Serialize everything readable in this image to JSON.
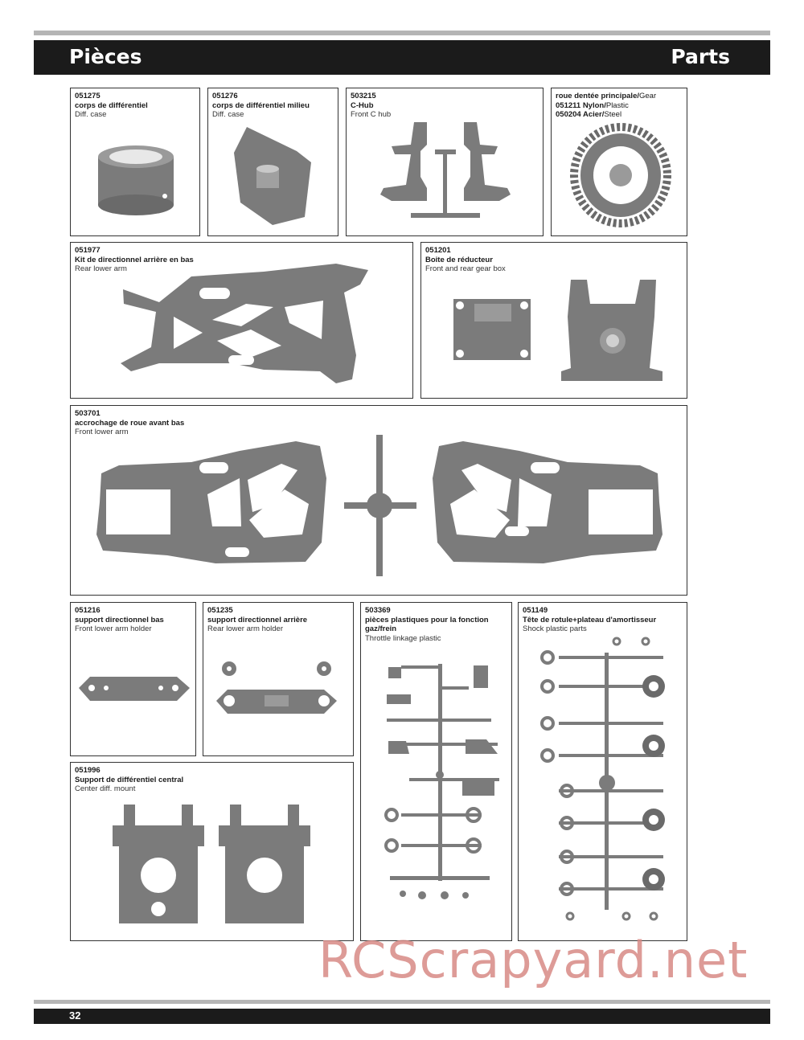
{
  "header": {
    "title_fr": "Pièces",
    "title_en": "Parts"
  },
  "parts": {
    "p1": {
      "num": "051275",
      "fr": "corps de différentiel",
      "en": "Diff. case"
    },
    "p2": {
      "num": "051276",
      "fr": "corps de différentiel milieu",
      "en": "Diff. case"
    },
    "p3": {
      "num": "503215",
      "fr": "C-Hub",
      "en": "Front C hub"
    },
    "p4": {
      "l1_fr": "roue dentée principale/",
      "l1_en": "Gear",
      "l2_num": "051211 Nylon/",
      "l2_en": "Plastic",
      "l3_num": "050204 Acier/",
      "l3_en": "Steel"
    },
    "p5": {
      "num": "051977",
      "fr": "Kit de directionnel arrière en bas",
      "en": "Rear lower arm"
    },
    "p6": {
      "num": "051201",
      "fr": "Boite de réducteur",
      "en": "Front and rear gear box"
    },
    "p7": {
      "num": "503701",
      "fr": "accrochage de roue avant bas",
      "en": "Front lower arm"
    },
    "p8": {
      "num": "051216",
      "fr": "support directionnel bas",
      "en": "Front lower arm holder"
    },
    "p9": {
      "num": "051235",
      "fr": "support directionnel arrière",
      "en": "Rear lower arm holder"
    },
    "p10": {
      "num": "503369",
      "fr": "pièces plastiques pour la fonction gaz/frein",
      "en": "Throttle linkage plastic"
    },
    "p11": {
      "num": "051149",
      "fr": "Tête de rotule+plateau d'amortisseur",
      "en": "Shock plastic parts"
    },
    "p12": {
      "num": "051996",
      "fr": "Support de différentiel central",
      "en": "Center diff. mount"
    }
  },
  "footer": {
    "page": "32"
  },
  "watermark": "RCScrapyard.net",
  "colors": {
    "bar": "#1b1b1b",
    "part_gray": "#7b7b7b",
    "part_dark": "#4a4a4a",
    "watermark": "#d88a86"
  }
}
